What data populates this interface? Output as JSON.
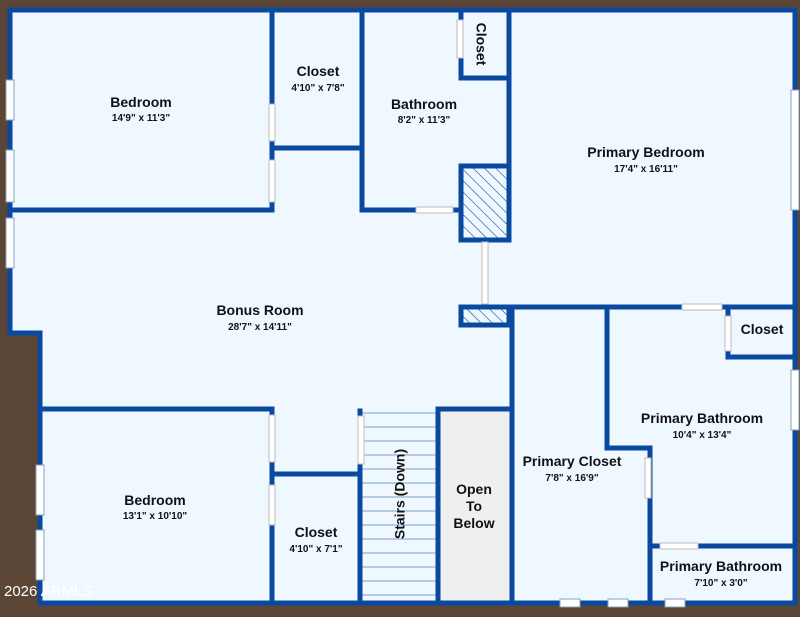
{
  "colors": {
    "wall": "#0a49a0",
    "floor": "#f0f8ff",
    "background": "#5b4636",
    "void": "#efefef",
    "stair_line": "#7a9fcc"
  },
  "rooms": {
    "bedroom_1": {
      "name": "Bedroom",
      "dim": "14'9\" x 11'3\""
    },
    "closet_1": {
      "name": "Closet",
      "dim": "4'10\" x 7'8\""
    },
    "bathroom": {
      "name": "Bathroom",
      "dim": "8'2\" x 11'3\""
    },
    "closet_small": {
      "name": "Closet"
    },
    "primary_bedroom": {
      "name": "Primary Bedroom",
      "dim": "17'4\" x 16'11\""
    },
    "bonus_room": {
      "name": "Bonus Room",
      "dim": "28'7\" x 14'11\""
    },
    "closet_primary": {
      "name": "Closet"
    },
    "primary_bathroom": {
      "name": "Primary Bathroom",
      "dim": "10'4\" x 13'4\""
    },
    "primary_closet": {
      "name": "Primary Closet",
      "dim": "7'8\" x 16'9\""
    },
    "bedroom_2": {
      "name": "Bedroom",
      "dim": "13'1\" x 10'10\""
    },
    "closet_2": {
      "name": "Closet",
      "dim": "4'10\" x 7'1\""
    },
    "stairs": {
      "name": "Stairs (Down)"
    },
    "open_to_below": {
      "lines": [
        "Open",
        "To",
        "Below"
      ]
    },
    "primary_bathroom_2": {
      "name": "Primary Bathroom",
      "dim": "7'10\" x 3'0\""
    }
  },
  "watermark": "2026 ARMLS"
}
